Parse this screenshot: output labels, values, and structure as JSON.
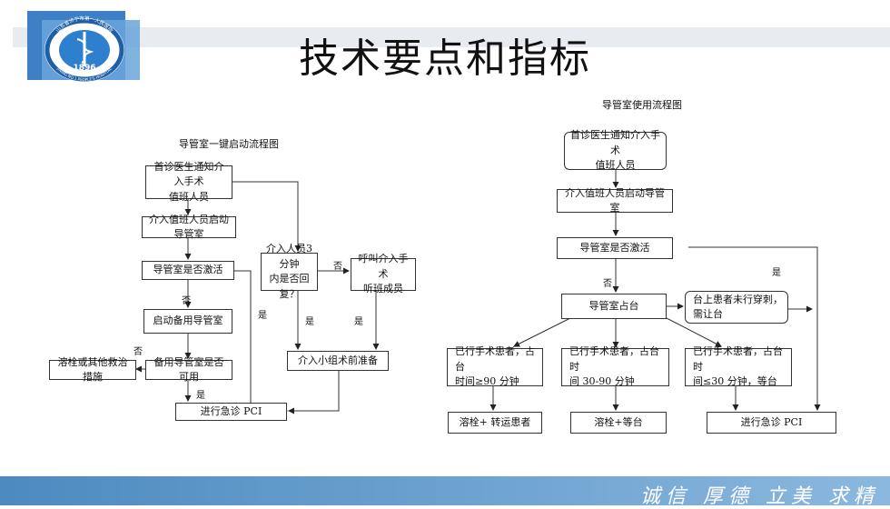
{
  "slide": {
    "title": "技术要点和指标",
    "slogan": "诚信 厚德 立美 求精"
  },
  "logo": {
    "text_top": "山东省济宁市第一人民医院",
    "text_bottom": "JINING NO.1 PEOPLE'S HOSPITAL",
    "year": "1896"
  },
  "left_chart": {
    "title": "导管室一键启动流程图",
    "nodes": {
      "n1": "首诊医生通知介入手术\n值班人员",
      "n2": "介入值班人员启动导管室",
      "n3": "导管室是否激活",
      "n4": "启动备用导管室",
      "n5": "备用导管室是否可用",
      "n6": "溶栓或其他救治措施",
      "n7": "进行急诊 PCI",
      "n8": "介入人员3分钟\n内是否回复？",
      "n9": "呼叫介入手术\n听班成员",
      "n10": "介入小组术前准备"
    },
    "labels": {
      "no_1": "否",
      "no_2": "否",
      "yes_1": "是",
      "yes_2": "是",
      "no_3": "否",
      "yes_3": "是",
      "yes_4": "是"
    }
  },
  "right_chart": {
    "title": "导管室使用流程图",
    "nodes": {
      "r1": "首诊医生通知介入手术\n值班人员",
      "r2": "介入值班人员启动导管室",
      "r3": "导管室是否激活",
      "r4": "导管室占台",
      "r5": "台上患者未行穿刺，\n需让台",
      "r6": "已行手术患者，占台\n时间≥90 分钟",
      "r7": "已行手术患者，占台时\n间 30-90 分钟",
      "r8": "已行手术患者，占台时\n间≤30 分钟，等台",
      "r9": "溶栓+ 转运患者",
      "r10": "溶栓+等台",
      "r11": "进行急诊 PCI"
    },
    "labels": {
      "no": "否",
      "yes": "是"
    }
  }
}
